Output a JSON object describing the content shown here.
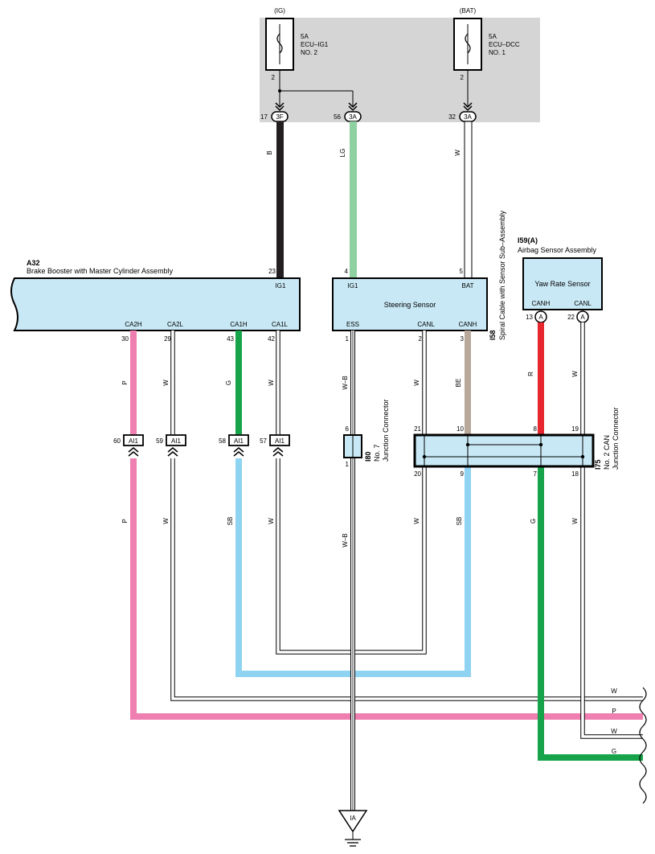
{
  "power": {
    "ig": {
      "header": "(IG)",
      "rating": "5A",
      "name": "ECU–IG1",
      "number": "NO. 2",
      "pin": "2"
    },
    "bat": {
      "header": "(BAT)",
      "rating": "5A",
      "name": "ECU–DCC",
      "number": "NO. 1",
      "pin": "2"
    }
  },
  "junction_block_pins": [
    {
      "num": "17",
      "conn": "3F"
    },
    {
      "num": "56",
      "conn": "3A"
    },
    {
      "num": "32",
      "conn": "3A"
    }
  ],
  "a32": {
    "code": "A32",
    "name": "Brake Booster with Master Cylinder Assembly",
    "ig1_pin": "23",
    "ig1_label": "IG1",
    "terminals": [
      {
        "label": "CA2H",
        "pin": "30"
      },
      {
        "label": "CA2L",
        "pin": "29"
      },
      {
        "label": "CA1H",
        "pin": "43"
      },
      {
        "label": "CA1L",
        "pin": "42"
      }
    ]
  },
  "i58": {
    "code": "I58",
    "name": "Spiral Cable with Sensor Sub–Assembly",
    "body": "Steering Sensor",
    "top_terminals": [
      {
        "label": "IG1",
        "pin": "4"
      },
      {
        "label": "BAT",
        "pin": "5"
      }
    ],
    "bottom_terminals": [
      {
        "label": "ESS",
        "pin": "1"
      },
      {
        "label": "CANL",
        "pin": "2"
      },
      {
        "label": "CANH",
        "pin": "3"
      }
    ]
  },
  "i59": {
    "code": "I59(A)",
    "name": "Airbag Sensor Assembly",
    "body": "Yaw Rate Sensor",
    "terminals": [
      {
        "label": "CANH",
        "pin": "13",
        "conn": "A"
      },
      {
        "label": "CANL",
        "pin": "22",
        "conn": "A"
      }
    ]
  },
  "i80": {
    "code": "I80",
    "name": "No. 7",
    "sub": "Junction Connector",
    "pin_top": "6",
    "pin_bottom": "1"
  },
  "i75": {
    "code": "I75",
    "name": "No. 2 CAN",
    "sub": "Junction Connector",
    "top_pins": [
      "21",
      "10",
      "8",
      "19"
    ],
    "bottom_pins": [
      "20",
      "9",
      "7",
      "18"
    ]
  },
  "ai1": {
    "label": "AI1",
    "pins": [
      "60",
      "59",
      "58",
      "57"
    ]
  },
  "ground": {
    "label": "IA"
  },
  "wire_colors": {
    "B": "#231f20",
    "LG": "#8fd0a0",
    "W": "#ffffff",
    "P": "#ef7fb0",
    "G": "#17a34a",
    "SB": "#8fd3f2",
    "BE": "#b8a899",
    "R": "#e8262e",
    "W-B": "#ffffff"
  },
  "wire_labels": {
    "b": "B",
    "lg": "LG",
    "w": "W",
    "p": "P",
    "g": "G",
    "sb": "SB",
    "be": "BE",
    "r": "R",
    "wb": "W–B"
  },
  "colors": {
    "shade": "#d5d5d5",
    "component": "#c8e8f5"
  }
}
